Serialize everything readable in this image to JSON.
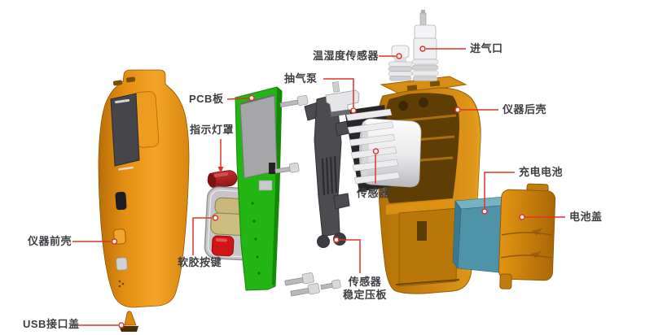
{
  "diagram": {
    "labels": {
      "temp_humidity_sensor": "温湿度传感器",
      "air_inlet": "进气口",
      "air_pump": "抽气泵",
      "pcb_board": "PCB板",
      "rear_shell": "仪器后壳",
      "indicator_light_cover": "指示灯罩",
      "front_shell": "仪器前壳",
      "rubber_buttons": "软胶按键",
      "usb_port_cover": "USB接口盖",
      "sensor": "传感器",
      "sensor_plate_line1": "传感器",
      "sensor_plate_line2": "稳定压板",
      "battery": "充电电池",
      "battery_cover": "电池盖"
    },
    "colors": {
      "leader_line": "#e2322b",
      "label_text": "#3e3e43",
      "shell_orange": "#d9890f",
      "pcb_green": "#23b513",
      "battery_teal": "#4f93a9",
      "indicator_red": "#a81d1d"
    }
  }
}
